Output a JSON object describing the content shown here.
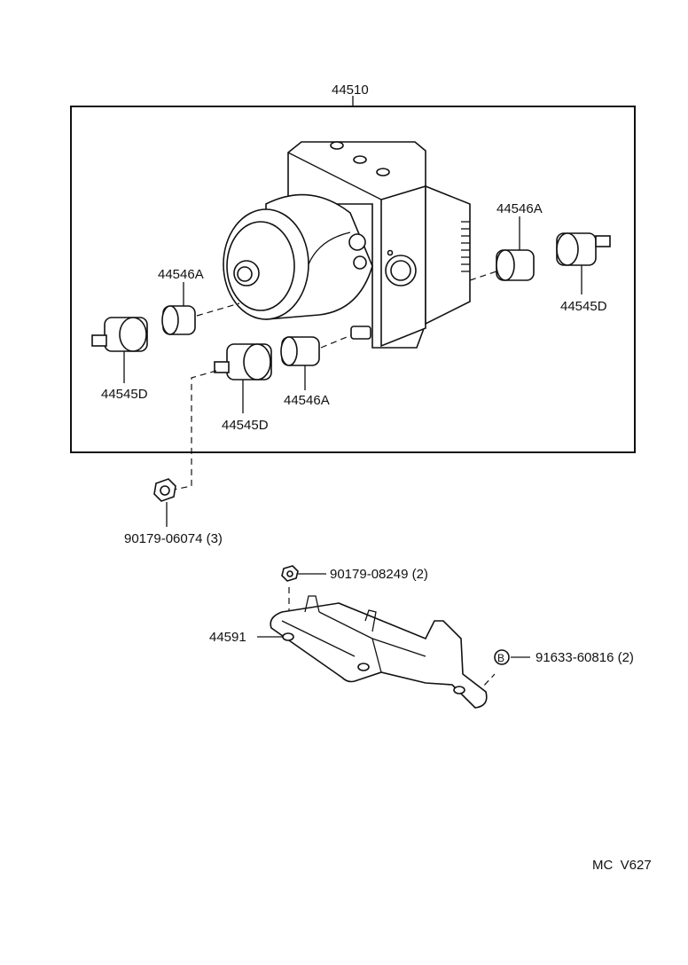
{
  "assembly": {
    "part_number": "44510"
  },
  "callouts": {
    "cushion_left": "44546A",
    "cushion_right": "44546A",
    "cushion_lower": "44546A",
    "mount_right": "44545D",
    "mount_left": "44545D",
    "mount_lower": "44545D",
    "nut": "90179-06074 (3)",
    "bolt": "90179-08249 (2)",
    "bracket": "44591",
    "fastener_b": "91633-60816 (2)",
    "fastener_b_marker": "B"
  },
  "footer": {
    "code": "MC  V627"
  }
}
